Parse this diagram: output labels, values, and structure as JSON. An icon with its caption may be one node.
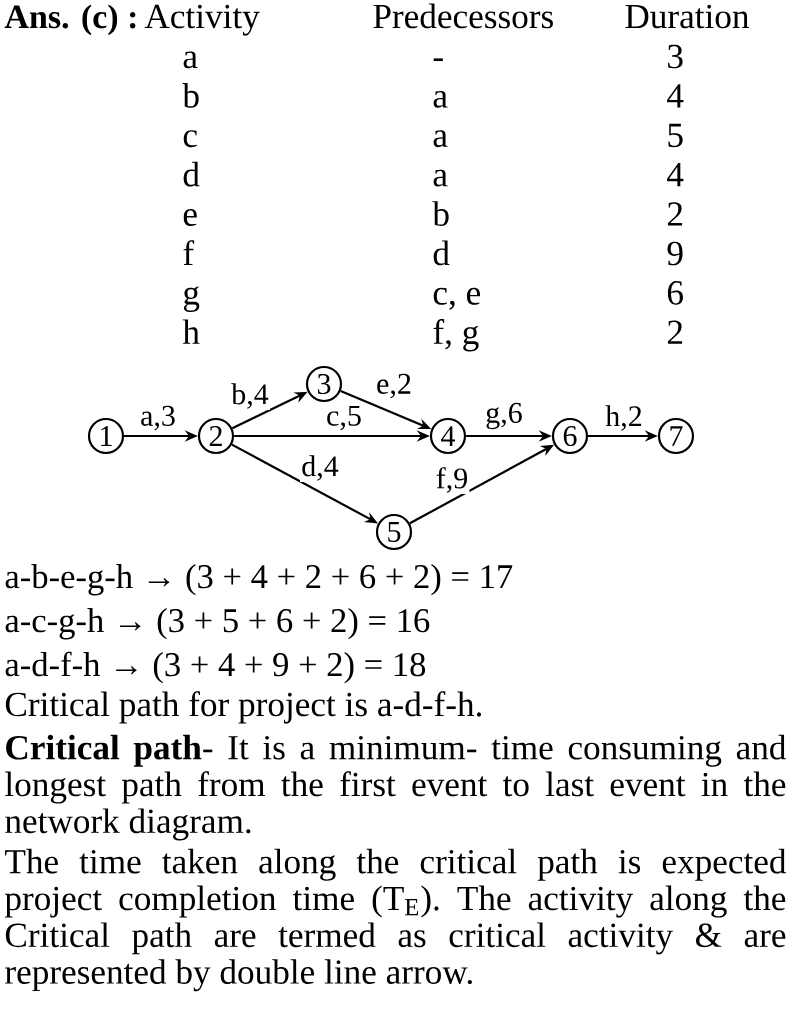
{
  "diagram": {
    "nodes": [
      {
        "text": [
          "1"
        ]
      },
      {
        "text": [
          "2"
        ]
      },
      {
        "text": [
          "3"
        ]
      },
      {
        "text": [
          "4"
        ]
      },
      {
        "text": [
          "5"
        ]
      },
      {
        "text": [
          "6"
        ]
      },
      {
        "text": [
          "7"
        ]
      }
    ],
    "edges": [
      {
        "from": 0,
        "to": 1,
        "arrow": "to",
        "label": "a,3"
      },
      {
        "from": 1,
        "to": 2,
        "arrow": "to",
        "label": "b,4"
      },
      {
        "from": 1,
        "to": 3,
        "arrow": "to",
        "label": "c,5"
      },
      {
        "from": 1,
        "to": 4,
        "arrow": "to",
        "label": "d,4"
      },
      {
        "from": 2,
        "to": 3,
        "arrow": "to",
        "label": "e,2"
      },
      {
        "from": 3,
        "to": 5,
        "arrow": "to",
        "label": "g,6"
      },
      {
        "from": 4,
        "to": 5,
        "arrow": "to",
        "label": "f,9"
      },
      {
        "from": 5,
        "to": 6,
        "arrow": "to",
        "label": "h,2"
      }
    ],
    "labels": [
      "Ans. (c) :",
      "Activity",
      "Predecessors",
      "Duration",
      "a",
      "-",
      "3",
      "b",
      "a",
      "4",
      "c",
      "a",
      "5",
      "d",
      "a",
      "4",
      "e",
      "b",
      "2",
      "f",
      "d",
      "9",
      "g",
      "c, e",
      "6",
      "h",
      "f, g",
      "2",
      "a-b-e-g-h → (3 + 4 + 2 + 6 + 2) = 17",
      "a-c-g-h → (3 + 5 + 6 + 2) = 16",
      "a-d-f-h → (3 + 4 + 9 + 2) = 18",
      "Critical path for project is a-d-f-h.",
      "**Critical path**- It is a minimum- time consuming and longest path from the first event to last event in the network diagram.",
      "The time taken along the critical path is expected project completion time (T$_{E}$). The activity along the Critical path are termed as critical activity & are represented by double line arrow."
    ]
  }
}
